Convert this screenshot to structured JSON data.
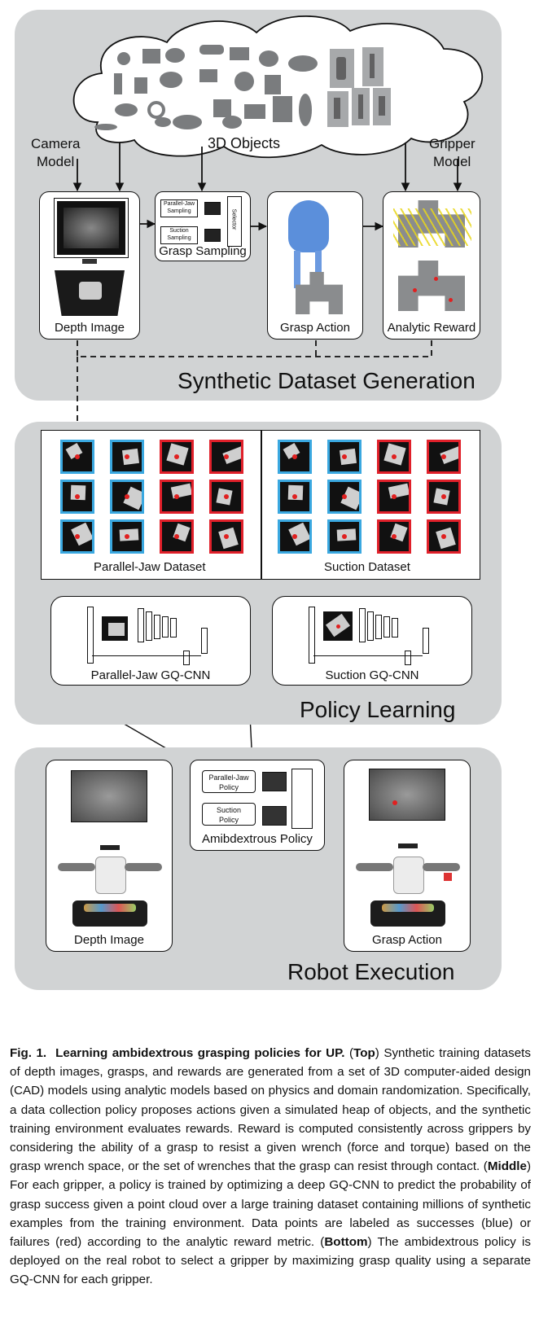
{
  "top": {
    "cloud_label": "3D Objects",
    "camera_model": [
      "Camera",
      "Model"
    ],
    "gripper_model": [
      "Gripper",
      "Model"
    ],
    "depth_image": "Depth Image",
    "grasp_sampling": "Grasp Sampling",
    "parallel_jaw_sampling": [
      "Parallel-Jaw",
      "Sampling"
    ],
    "suction_sampling": [
      "Suction",
      "Sampling"
    ],
    "selector": "Selector",
    "grasp_action": "Grasp Action",
    "analytic_reward": "Analytic Reward",
    "title": "Synthetic Dataset Generation"
  },
  "middle": {
    "parallel_jaw_dataset": "Parallel-Jaw Dataset",
    "suction_dataset": "Suction Dataset",
    "parallel_jaw_gqcnn": "Parallel-Jaw GQ-CNN",
    "suction_gqcnn": "Suction GQ-CNN",
    "title": "Policy Learning",
    "pj_tiles": [
      "blue",
      "blue",
      "red",
      "red",
      "blue",
      "blue",
      "red",
      "red",
      "blue",
      "blue",
      "red",
      "red"
    ],
    "su_tiles": [
      "blue",
      "blue",
      "red",
      "red",
      "blue",
      "blue",
      "red",
      "red",
      "blue",
      "blue",
      "red",
      "red"
    ],
    "success_color": "#3aa8e0",
    "failure_color": "#e0202a"
  },
  "bottom": {
    "depth_image": "Depth Image",
    "parallel_jaw_policy": [
      "Parallel-Jaw",
      "Policy"
    ],
    "suction_policy": [
      "Suction",
      "Policy"
    ],
    "ambidextrous_policy": "Amibdextrous Policy",
    "grasp_action": "Grasp Action",
    "title": "Robot Execution"
  },
  "caption": {
    "fig": "Fig. 1.",
    "heading": "Learning ambidextrous grasping policies for UP.",
    "top_tag": "Top",
    "top_text": "Synthetic training datasets of depth images, grasps, and rewards are generated from a set of 3D computer-aided design (CAD) models using analytic models based on physics and domain randomization. Specifically, a data collection policy proposes actions given a simulated heap of objects, and the synthetic training environment evaluates rewards. Reward is computed consistently across grippers by considering the ability of a grasp to resist a given wrench (force and torque) based on the grasp wrench space, or the set of wrenches that the grasp can resist through contact.",
    "middle_tag": "Middle",
    "middle_text": "For each gripper, a policy is trained by optimizing a deep GQ-CNN to predict the probability of grasp success given a point cloud over a large training dataset containing millions of synthetic examples from the training environment. Data points are labeled as successes (blue) or failures (red) according to the analytic reward metric.",
    "bottom_tag": "Bottom",
    "bottom_text": "The ambidextrous policy is deployed on the real robot to select a gripper by maximizing grasp quality using a separate GQ-CNN for each gripper."
  }
}
